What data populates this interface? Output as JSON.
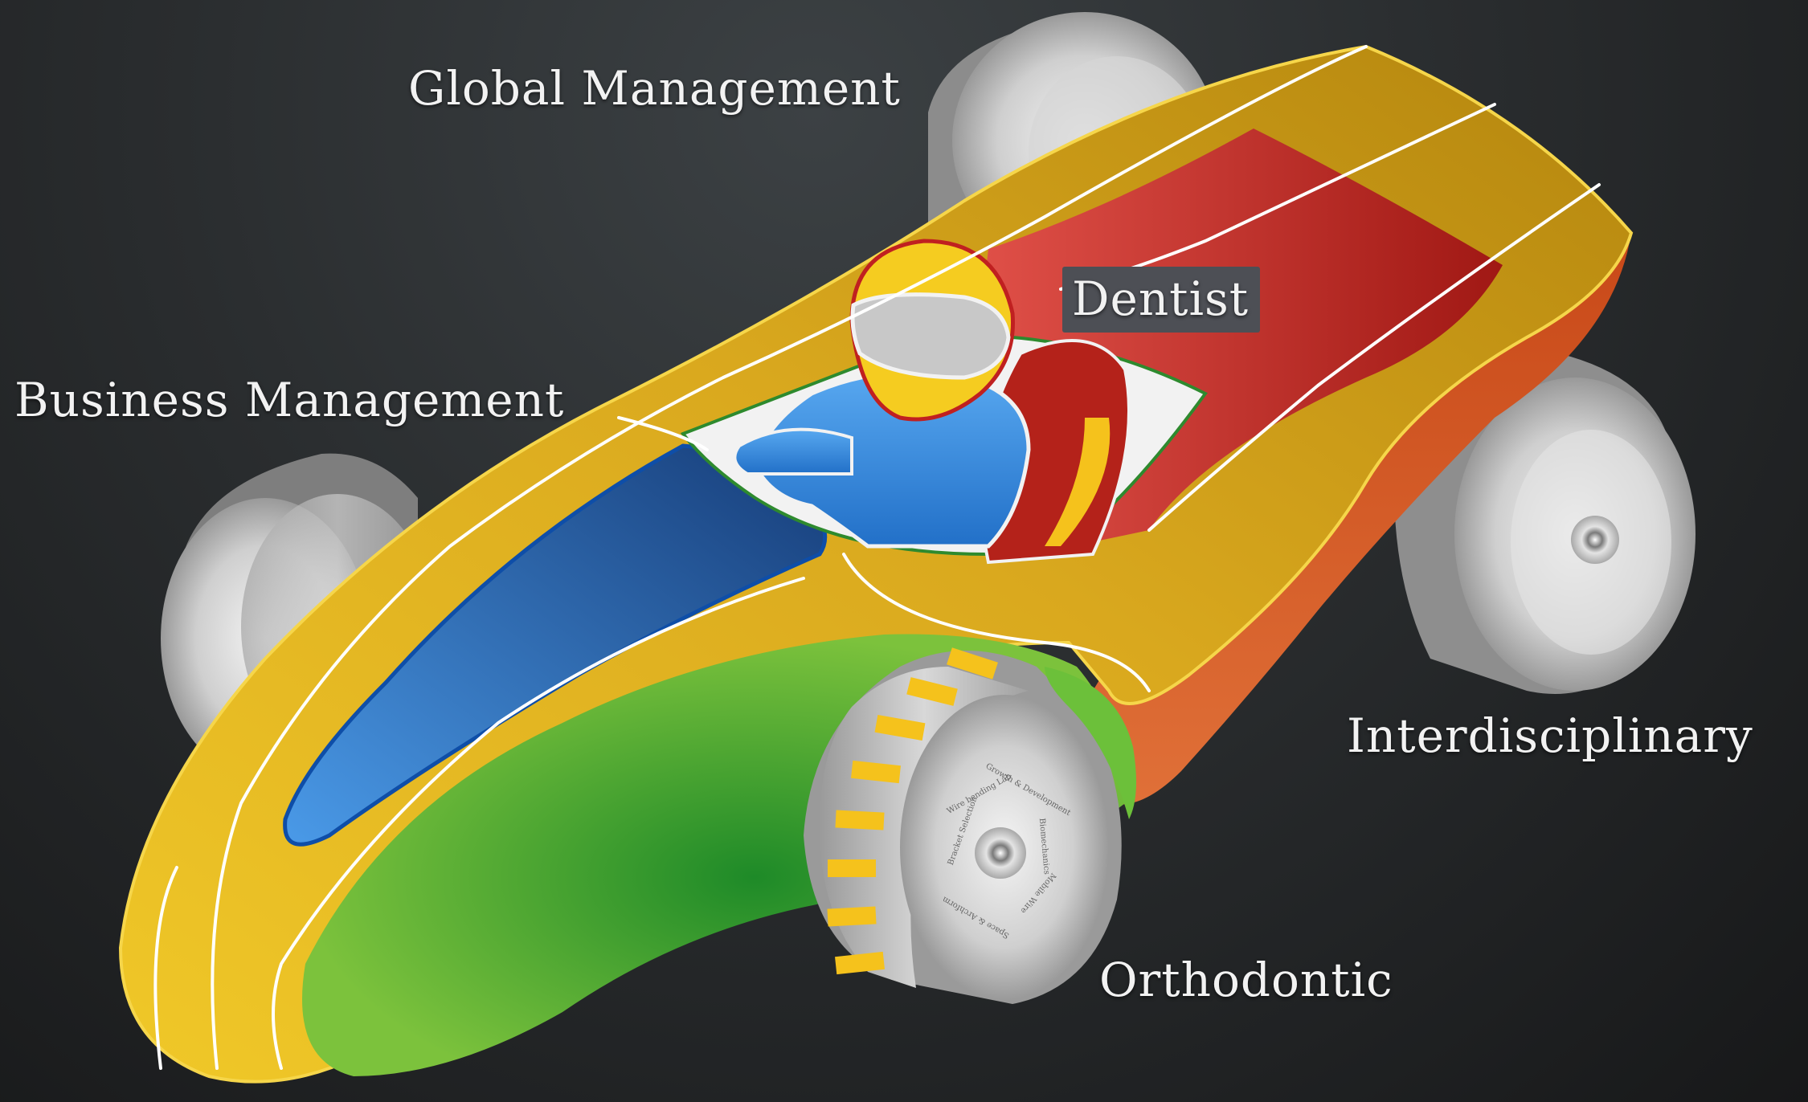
{
  "labels": {
    "global_management": "Global Management",
    "business_management": "Business Management",
    "dentist": "Dentist",
    "interdisciplinary": "Interdisciplinary",
    "orthodontic": "Orthodontic"
  },
  "wheel_sidewall_text": [
    "Wire bending Lab",
    "Growth & Development",
    "Biomechanics",
    "Bracket Selection",
    "Mobile Wire",
    "Space & Archform"
  ],
  "colors": {
    "body_gold": "#e2b020",
    "body_gold_dark": "#a87c10",
    "red": "#c8302a",
    "orange": "#d8602a",
    "blue": "#2f78c8",
    "green": "#48b030",
    "helmet_yellow": "#f5cc20",
    "tire_gray": "#c8c8c8"
  }
}
